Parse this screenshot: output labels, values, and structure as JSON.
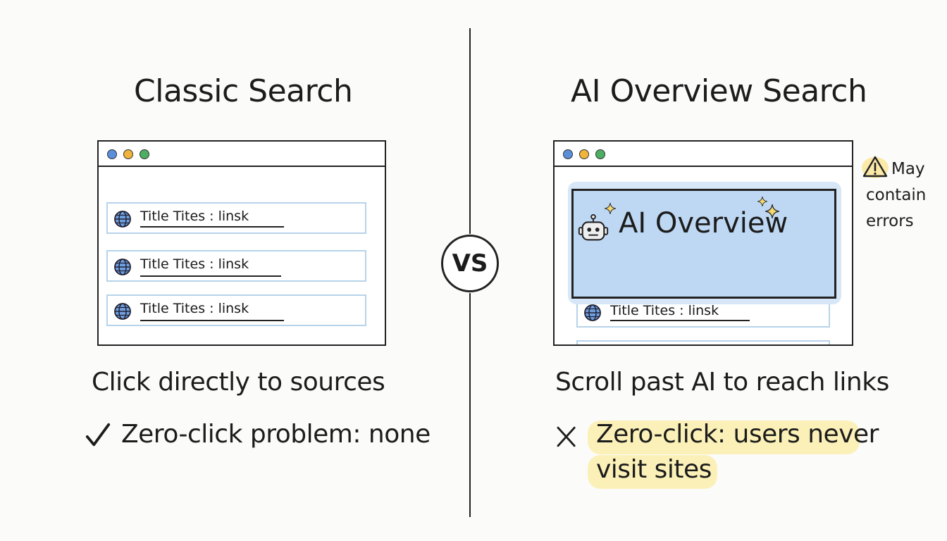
{
  "divider_label": "VS",
  "left": {
    "title": "Classic Search",
    "results": [
      {
        "text": "Title Tites : linsk"
      },
      {
        "text": "Title Tites : linsk"
      },
      {
        "text": "Title Tites : linsk"
      }
    ],
    "caption": "Click directly to sources",
    "check_mark": "✓",
    "status": "Zero-click problem: none"
  },
  "right": {
    "title": "AI Overview Search",
    "ai_overview_label": "AI Overview",
    "result": {
      "text": "Title Tites : linsk"
    },
    "warning": {
      "line1": "May",
      "line2": "contain",
      "line3": "errors"
    },
    "caption": "Scroll past AI to reach links",
    "cross_mark": "X",
    "status_line1": "Zero-click: users never",
    "status_line2": "visit sites"
  },
  "colors": {
    "dot_blue": "#5b8fd9",
    "dot_yellow": "#f0b43c",
    "dot_green": "#4caf62",
    "result_border": "#b7d3ea",
    "ai_fill": "#bed8f3",
    "highlight": "#fbf1b8",
    "warning_fill": "#fbe9a8"
  },
  "icons": [
    "globe-icon",
    "robot-icon",
    "sparkle-icon",
    "warning-icon",
    "check-icon",
    "cross-icon"
  ]
}
